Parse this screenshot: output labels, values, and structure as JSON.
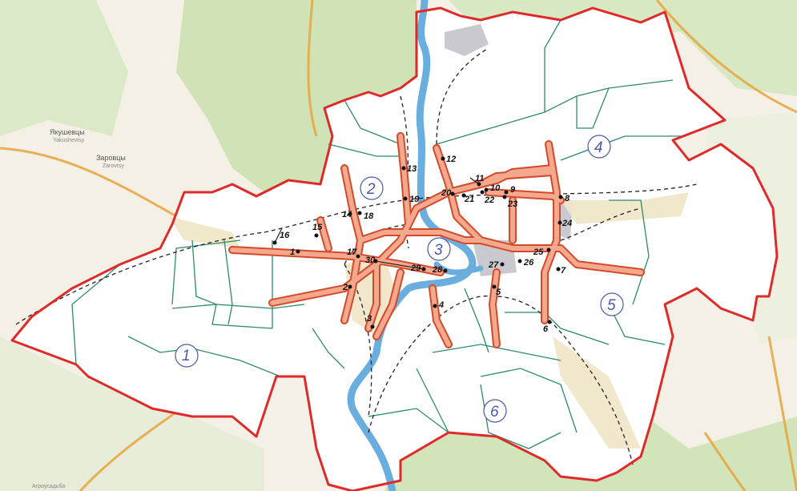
{
  "colors": {
    "boundary": "#e02a2a",
    "district_line": "#2f8a6a",
    "river": "#6aaee0",
    "highway": "#e8a23a",
    "corridor_fill": "#f3a58c",
    "corridor_edge": "#d24a2a",
    "zone_circle": "#4a5aa8",
    "dashed_ring": "#222222",
    "forest": "#c9dfb0",
    "urban_gray": "#c8c8cc"
  },
  "zones": [
    {
      "id": "1",
      "label": "1"
    },
    {
      "id": "2",
      "label": "2"
    },
    {
      "id": "3",
      "label": "3"
    },
    {
      "id": "4",
      "label": "4"
    },
    {
      "id": "5",
      "label": "5"
    },
    {
      "id": "6",
      "label": "6"
    }
  ],
  "points": [
    {
      "label": "1"
    },
    {
      "label": "2"
    },
    {
      "label": "3"
    },
    {
      "label": "4"
    },
    {
      "label": "5"
    },
    {
      "label": "6"
    },
    {
      "label": "7"
    },
    {
      "label": "8"
    },
    {
      "label": "9"
    },
    {
      "label": "10"
    },
    {
      "label": "11"
    },
    {
      "label": "12"
    },
    {
      "label": "13"
    },
    {
      "label": "14"
    },
    {
      "label": "15"
    },
    {
      "label": "16"
    },
    {
      "label": "17"
    },
    {
      "label": "18"
    },
    {
      "label": "19"
    },
    {
      "label": "20"
    },
    {
      "label": "21"
    },
    {
      "label": "22"
    },
    {
      "label": "23"
    },
    {
      "label": "24"
    },
    {
      "label": "25"
    },
    {
      "label": "26"
    },
    {
      "label": "27"
    },
    {
      "label": "28"
    },
    {
      "label": "29"
    },
    {
      "label": "30"
    }
  ],
  "places": [
    {
      "name": "Якушевцы",
      "sub": "Yakushevtsy"
    },
    {
      "name": "Заровцы",
      "sub": "Zarovtsy"
    },
    {
      "name": "Агроусадьба"
    }
  ]
}
